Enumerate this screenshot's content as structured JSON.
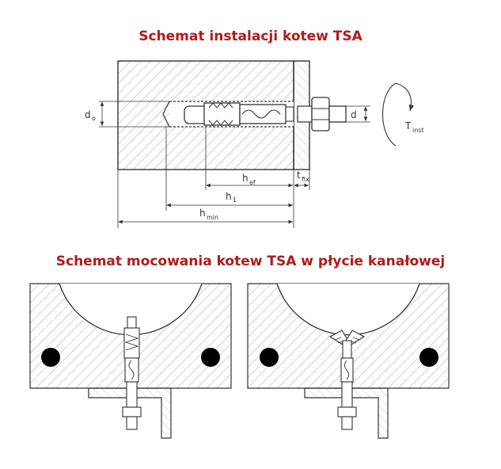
{
  "titles": {
    "installation": "Schemat instalacji kotew TSA",
    "mounting": "Schemat mocowania kotew TSA w płycie kanałowej"
  },
  "labels": {
    "d0_main": "d",
    "d0_sub": "o",
    "d": "d",
    "tinst_main": "T",
    "tinst_sub": "inst",
    "hef_main": "h",
    "hef_sub": "ef",
    "tfix_main": "t",
    "tfix_sub": "fix",
    "h1_main": "h",
    "h1_sub": "1",
    "hmin_main": "h",
    "hmin_sub": "min"
  },
  "colors": {
    "title": "#b01a1a",
    "line": "#333333",
    "hatch": "#9a9a9a",
    "hole": "#000000"
  }
}
